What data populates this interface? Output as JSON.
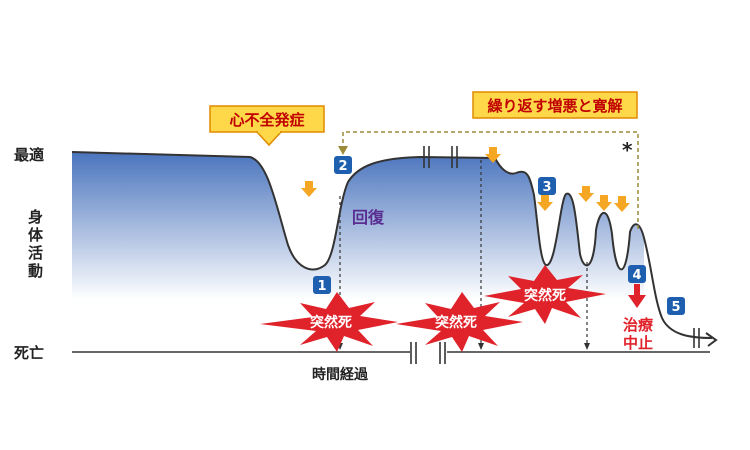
{
  "axis": {
    "top_label": "最適",
    "mid_label_lines": [
      "身",
      "体",
      "活",
      "動"
    ],
    "bottom_label": "死亡",
    "time_label": "時間経過"
  },
  "callouts": {
    "onset": "心不全発症",
    "cycle": "繰り返す増悪と寛解",
    "asterisk": "*"
  },
  "recovery_label": "回復",
  "sudden_death_label": "突然死",
  "stop_treatment_lines": [
    "治療",
    "中止"
  ],
  "markers": [
    "1",
    "2",
    "3",
    "4",
    "5"
  ],
  "colors": {
    "curve": "#333333",
    "fill_top": "#4a74bd",
    "fill_bottom": "#ffffff",
    "callout_fill": "#ffd84a",
    "callout_border": "#e08a00",
    "callout_text": "#c00000",
    "arrow_orange": "#f5a623",
    "burst": "#e0222a",
    "marker": "#1f5fb0",
    "recovery": "#5a2d91",
    "stop_red": "#e0222a",
    "dashed_olive": "#9a8a3a"
  }
}
